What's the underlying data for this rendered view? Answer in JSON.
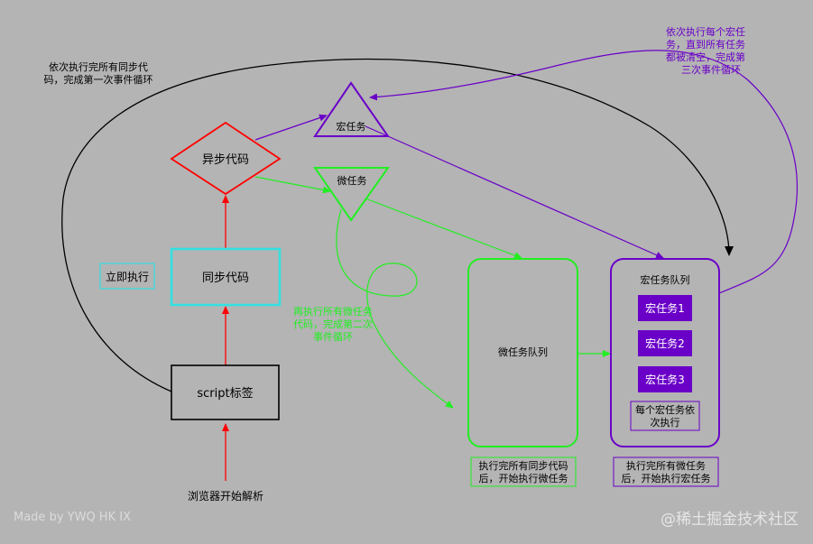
{
  "nodes": {
    "script_tag": "script标签",
    "sync_code": "同步代码",
    "async_code": "异步代码",
    "immediate": "立即执行",
    "macro_task": "宏任务",
    "micro_task": "微任务",
    "micro_queue": "微任务队列",
    "macro_queue": "宏任务队列",
    "macro_task_1": "宏任务1",
    "macro_task_2": "宏任务2",
    "macro_task_3": "宏任务3",
    "each_macro_line1": "每个宏任务依",
    "each_macro_line2": "次执行"
  },
  "notes": {
    "browser_start": "浏览器开始解析",
    "first_loop_line1": "依次执行完所有同步代",
    "first_loop_line2": "码，完成第一次事件循环",
    "third_loop_line1": "依次执行每个宏任",
    "third_loop_line2": "务，直到所有任务",
    "third_loop_line3": "都被清空，完成第",
    "third_loop_line4": "三次事件循环",
    "second_loop_line1": "再执行所有微任务",
    "second_loop_line2": "代码，完成第二次",
    "second_loop_line3": "事件循环",
    "after_sync_line1": "执行完所有同步代码",
    "after_sync_line2": "后，开始执行微任务",
    "after_micro_line1": "执行完所有微任务",
    "after_micro_line2": "后，开始执行宏任务"
  },
  "watermark": {
    "left": "Made by YWQ HK IX",
    "right": "@稀土掘金技术社区"
  },
  "colors": {
    "background": "#b4b4b4",
    "red": "#ff0000",
    "cyan": "#33e0e0",
    "purple": "#6a00c8",
    "green": "#22ee22",
    "black": "#000000"
  }
}
